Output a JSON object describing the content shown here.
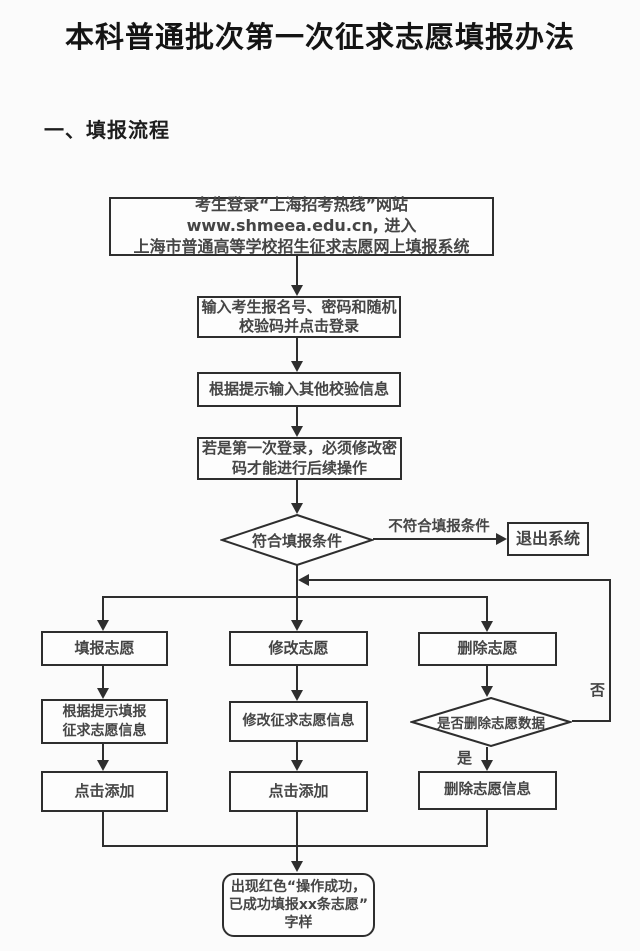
{
  "page": {
    "title": "本科普通批次第一次征求志愿填报办法",
    "section_heading": "一、填报流程"
  },
  "flow": {
    "login_box": "考生登录“上海招考热线”网站www.shmeea.edu.cn, 进入\n上海市普通高等学校招生征求志愿网上填报系统",
    "input_box": "输入考生报名号、密码和随机\n校验码并点击登录",
    "verify_box": "根据提示输入其他校验信息",
    "first_login_box": "若是第一次登录，必须修改密\n码才能进行后续操作",
    "condition_diamond": "符合填报条件",
    "not_meet_label": "不符合填报条件",
    "exit_box": "退出系统",
    "fill_box": "填报志愿",
    "modify_box": "修改志愿",
    "delete_box": "删除志愿",
    "fill_info_box": "根据提示填报\n征求志愿信息",
    "modify_info_box": "修改征求志愿信息",
    "delete_confirm_diamond": "是否删除志愿数据",
    "no_label": "否",
    "yes_label": "是",
    "click_add_left_box": "点击添加",
    "click_add_mid_box": "点击添加",
    "delete_info_box": "删除志愿信息",
    "result_box": "出现红色“操作成功，\n已成功填报xx条志愿”\n字样"
  },
  "colors": {
    "line": "#2e2e2e",
    "node_text": "#454545",
    "background": "#fbfbfb"
  }
}
